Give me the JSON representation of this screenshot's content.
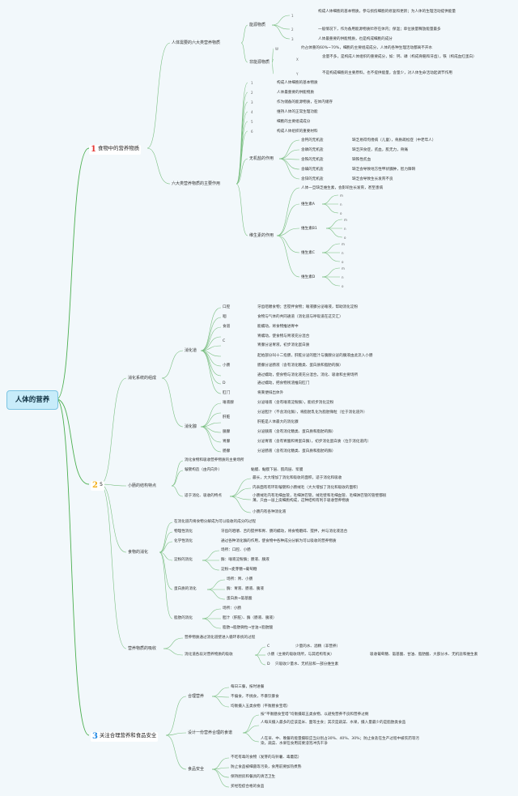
{
  "root": "人体的营养",
  "sections": [
    {
      "num": "1",
      "color": "#e53935",
      "label": "食物中的营养物质"
    },
    {
      "num": "2",
      "color": "#f2b01e",
      "label": "5"
    },
    {
      "num": "3",
      "color": "#1e88e5",
      "label": "关注合理营养和食品安全"
    }
  ],
  "s1": {
    "six_basic": "人体需要的六大类营养物质",
    "energy": "能源物质",
    "energy_items": [
      "构成人体细胞的基本物质，参与损伤细胞的修复和更新；为人体的生理活动提供能量",
      "一般情况下，作为备用能源物质贮存在体内；保温；单位质量释放能量最多",
      "人体最重要的供能物质，也是构成细胞的成分"
    ],
    "nonenergy": "非能源物质",
    "nonenergy_items": [
      "约占体重的60%~70%，细胞的主要组成成分，人体的各种生理活动都离不开水",
      "含量不多，是构成人体组织的重要成分，如：钙、磷（构成骨骼和牙齿），铁（构成血红蛋白）",
      "不是构成细胞的主要原料，也不提供能量，含量少，对人体生命活动起调节作用"
    ],
    "nums": [
      "1",
      "2",
      "3",
      "W",
      "X",
      "Y"
    ],
    "main_roles": "六大类营养物质的主要作用",
    "roles": [
      "构成人体细胞的基本物质",
      "人体最重要的供能物质",
      "作为储备的能源物质，在体内储存",
      "维持人体的正常生理功能",
      "细胞的主要组成成分",
      "构成人体组织的重要材料"
    ],
    "role_nums": [
      "1",
      "2",
      "3",
      "4",
      "5",
      "6"
    ],
    "inorganic": "无机盐的作用",
    "minerals": [
      {
        "name": "含钙的无机盐",
        "desc": "缺乏易得佝偻病（儿童），骨质疏松症（中老年人）"
      },
      {
        "name": "含磷的无机盐",
        "desc": "缺乏厌食症，贫血，肌无力，骨痛"
      },
      {
        "name": "含铁的无机盐",
        "desc": "缺铁性贫血"
      },
      {
        "name": "含碘的无机盐",
        "desc": "缺乏会导致地方性甲状腺肿，智力障碍"
      },
      {
        "name": "含锌的无机盐",
        "desc": "缺乏会导致生长发育不良"
      }
    ],
    "vitamin": "维生素的作用",
    "vitamin_intro": "人体一旦缺乏维生素，会影响生长发育，甚至患病",
    "vitamins": [
      {
        "name": "维生素A",
        "items": [
          "m",
          "n",
          "o"
        ]
      },
      {
        "name": "维生素B1",
        "items": [
          "m",
          "n",
          "o"
        ]
      },
      {
        "name": "维生素C",
        "items": [
          "m",
          "n",
          "o"
        ]
      },
      {
        "name": "维生素D",
        "items": [
          "m",
          "n",
          "o"
        ]
      }
    ]
  },
  "s2": {
    "digest_system": "消化系统的组成",
    "tract": "消化道",
    "tract_items": [
      {
        "name": "口腔",
        "desc": "牙齿咀嚼食物；舌搅拌食物；唾液腺分泌唾液，帮助消化淀粉"
      },
      {
        "name": "咽",
        "desc": "食物与气体的共同通道（消化道与呼吸道在这交汇）"
      },
      {
        "name": "食道",
        "desc": "能蠕动，将食物推进胃中"
      },
      {
        "name": "C",
        "desc": "胃蠕动，使食物与胃液充分混合"
      },
      {
        "name": "",
        "desc": "胃腺分泌胃液，初步消化蛋白质"
      },
      {
        "name": "小肠",
        "desc": "起始部分叫十二指肠，肝脏分泌的胆汁与胰腺分泌的胰液由此流入小肠"
      },
      {
        "name": "",
        "desc": "肠腺分泌肠液（含有消化糖类、蛋白质和脂肪的酶）"
      },
      {
        "name": "",
        "desc": "通过蠕动，使食物与消化液充分混合，消化、吸收和主要场所"
      },
      {
        "name": "D",
        "desc": "通过蠕动，把食物残渣推向肛门"
      },
      {
        "name": "肛门",
        "desc": "将粪便排出体外"
      }
    ],
    "glands": "消化腺",
    "gland_items": [
      {
        "name": "唾液腺",
        "desc": "分泌唾液（含有唾液淀粉酶），能初步消化淀粉"
      },
      {
        "name": "肝脏",
        "desc": "分泌胆汁（不含消化酶），将脂肪乳化为脂肪微粒（位于消化道外）"
      },
      {
        "name": "",
        "desc": "肝脏是人体最大的消化腺"
      },
      {
        "name": "胰腺",
        "desc": "分泌胰液（含有消化糖类、蛋白质和脂肪的酶）"
      },
      {
        "name": "胃腺",
        "desc": "分泌胃液（含有胃酸和胃蛋白酶），初步消化蛋白质（位于消化道内）"
      },
      {
        "name": "肠腺",
        "desc": "分泌肠液（含有消化糖类、蛋白质和脂肪的酶）"
      }
    ],
    "intestine": "小肠的结构特点",
    "intestine_items": [
      "消化食物和吸收营养物质的主要场所",
      "皱襞构造（由内向外）",
      "适于消化、吸收的特点"
    ],
    "fold_desc": "黏膜、黏膜下层、肌肉层、浆膜",
    "adapt_items": [
      "最长，大大增加了消化和吸收的面积，适于消化和吸收",
      "内表面有有环形皱襞和小肠绒毛（大大增加了消化和吸收的面积）",
      "小肠绒毛内有毛细血管，毛细淋巴管，绒毛壁和毛细血管、毛细淋巴管的管壁都很薄，只由一层上皮细胞构成，这种结构有利于吸收营养物质",
      "小肠内有各种消化液"
    ],
    "food_digest": "食物的消化",
    "fd_intro": "在消化道内将食物分解成为可以吸收的成分的过程",
    "phys": "物理性消化",
    "phys_desc": "牙齿的咀嚼、舌的搅拌和胃、肠的蠕动，将食物磨碎、搅拌，并与消化液混合",
    "chem": "化学性消化",
    "chem_desc": "通过各种消化酶的作用，使食物中各种成分分解为可以吸收的营养物质",
    "starch": "淀粉的消化",
    "starch_items": [
      "场所：口腔、小肠",
      "酶：唾液淀粉酶；肠液、胰液",
      "淀粉→麦芽糖→葡萄糖"
    ],
    "protein": "蛋白质的消化",
    "protein_items": [
      "场所：胃、小肠",
      "酶：胃液、肠液、胰液",
      "蛋白质→氨基酸"
    ],
    "fat": "脂肪的消化",
    "fat_items": [
      "场所：小肠",
      "胆汁（肝脏）、酶（肠液、胰液）",
      "脂肪→脂肪微粒→甘油+脂肪酸"
    ],
    "absorb": "营养物质的吸收",
    "absorb_intro": "营养物质通过消化道壁进入循环系统的过程",
    "absorb_sub": "消化道各段对营养物质的吸收",
    "absorb_items": [
      {
        "name": "C",
        "desc": "少量的水、酒精（非营养）"
      },
      {
        "name": "小肠（主要的吸收场所，与其结构有关）",
        "desc": "吸收葡萄糖、氨基酸、甘油、脂肪酸、大部分水、无机盐和维生素"
      },
      {
        "name": "D",
        "desc": "只吸收少量水、无机盐和一部分维生素"
      }
    ]
  },
  "s3": {
    "reasonable": "合理营养",
    "reasonable_items": [
      "每日三餐，按时进餐",
      "不偏食，不挑食，不暴饮暴食",
      "均衡摄入五类食物（平衡膳食宝塔）"
    ],
    "design": "设计一份营养合理的食谱",
    "design_items": [
      "按“平衡膳食宝塔”均衡摄取五类食物，以避免营养不良和营养过剩",
      "人每天摄入最多的应该是米、面等主食；其次是蔬菜、水果，摄入量最少的是脂肪类食品",
      "人在早、中、晚餐的能量摄取应当分别占30%、40%、30%；防止食盐在生产过程中被农药等污染，蔬菜、水果在食用前要浸泡冲洗干净"
    ],
    "safety": "食品安全",
    "safety_items": [
      "不吃有毒的食物（发芽的马铃薯、毒蘑菇）",
      "防止食品被细菌等污染，食用前要加热煮熟",
      "保持厨房和餐具的清洁卫生",
      "买经检疫合格的食品"
    ]
  }
}
